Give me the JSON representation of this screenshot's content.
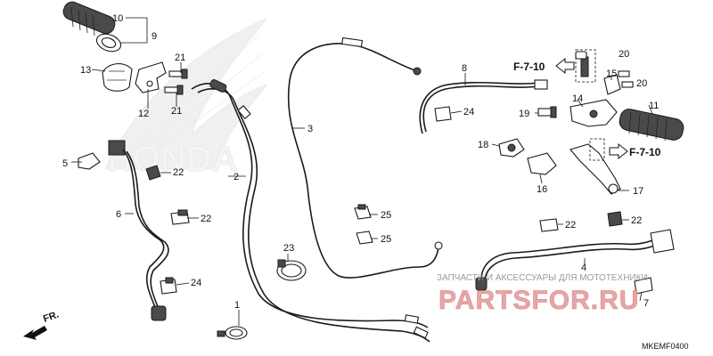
{
  "watermark": {
    "brand": "HONDA",
    "shop_line": "ЗАПЧАСТИ И АКСЕССУАРЫ ДЛЯ МОТОТЕХНИКИ",
    "shop_logo": "PARTSFOR.RU"
  },
  "diagram_code": "MKEMF0400",
  "direction_label": "FR.",
  "ref_labels": [
    "F-7-10",
    "F-7-10"
  ],
  "callouts": {
    "c1": "1",
    "c2": "2",
    "c3": "3",
    "c4": "4",
    "c5": "5",
    "c6": "6",
    "c7": "7",
    "c8": "8",
    "c9": "9",
    "c10": "10",
    "c11": "11",
    "c12": "12",
    "c13": "13",
    "c14": "14",
    "c15": "15",
    "c16": "16",
    "c17": "17",
    "c18": "18",
    "c19": "19",
    "c20a": "20",
    "c20b": "20",
    "c21a": "21",
    "c21b": "21",
    "c22a": "22",
    "c22b": "22",
    "c22c": "22",
    "c22d": "22",
    "c23": "23",
    "c24a": "24",
    "c24b": "24",
    "c25a": "25",
    "c25b": "25"
  }
}
